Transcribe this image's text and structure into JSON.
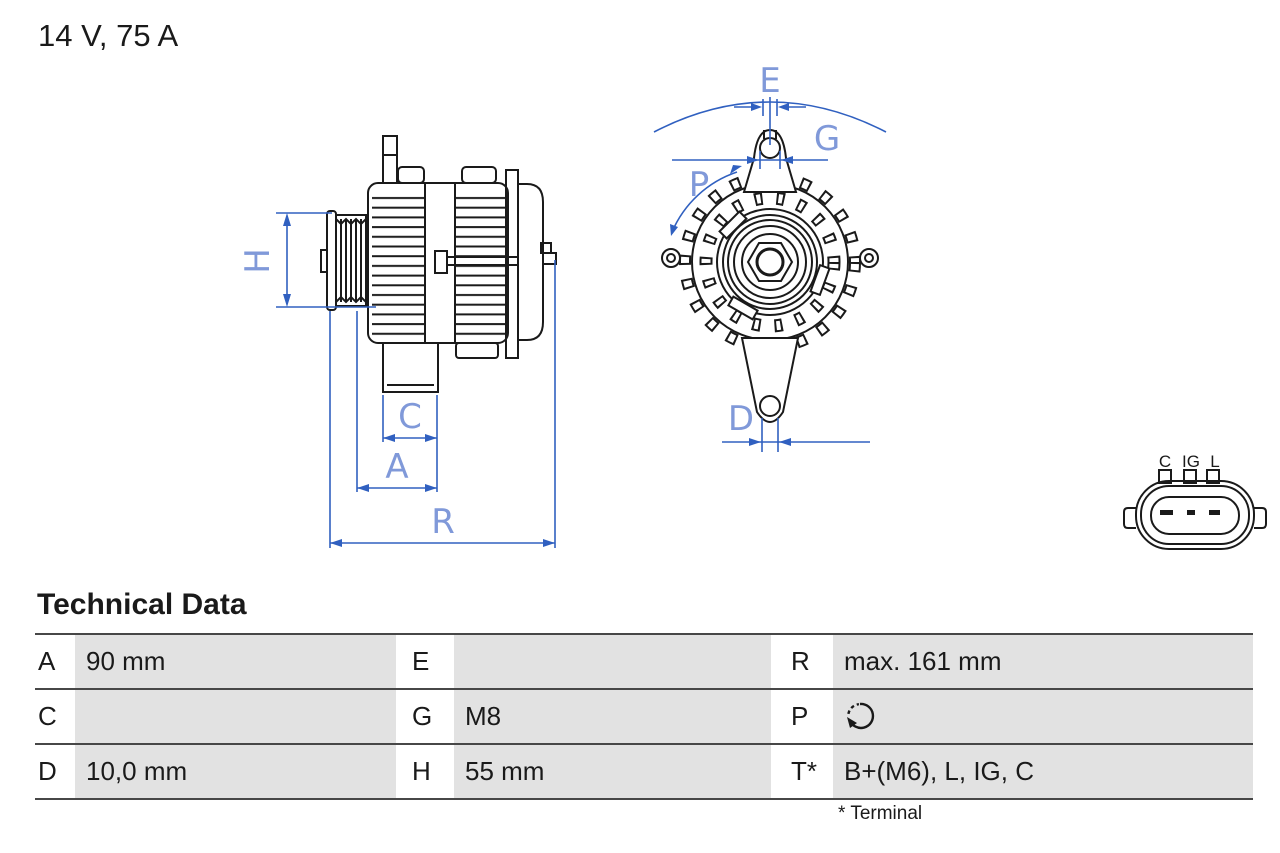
{
  "title": "14 V, 75 A",
  "diagram": {
    "dims": {
      "H": "H",
      "C": "C",
      "A": "A",
      "R": "R",
      "E": "E",
      "G": "G",
      "P": "P",
      "D": "D"
    },
    "colors": {
      "dim_line": "#3060c0",
      "dim_label": "#8099d9",
      "drawing_line": "#1a1a1a"
    }
  },
  "connector": {
    "pin_labels": [
      "C",
      "IG",
      "L"
    ]
  },
  "table": {
    "heading": "Technical Data",
    "cell_background": "#e2e2e2",
    "rows": [
      [
        {
          "label": "A",
          "value": "90 mm"
        },
        {
          "label": "E",
          "value": ""
        },
        {
          "label": "R",
          "value": "max. 161 mm"
        }
      ],
      [
        {
          "label": "C",
          "value": ""
        },
        {
          "label": "G",
          "value": "M8"
        },
        {
          "label": "P",
          "value": "",
          "icon": "rotation-ccw"
        }
      ],
      [
        {
          "label": "D",
          "value": "10,0 mm"
        },
        {
          "label": "H",
          "value": "55 mm"
        },
        {
          "label": "T*",
          "value": "B+(M6), L, IG, C"
        }
      ]
    ],
    "footnote": "* Terminal"
  }
}
